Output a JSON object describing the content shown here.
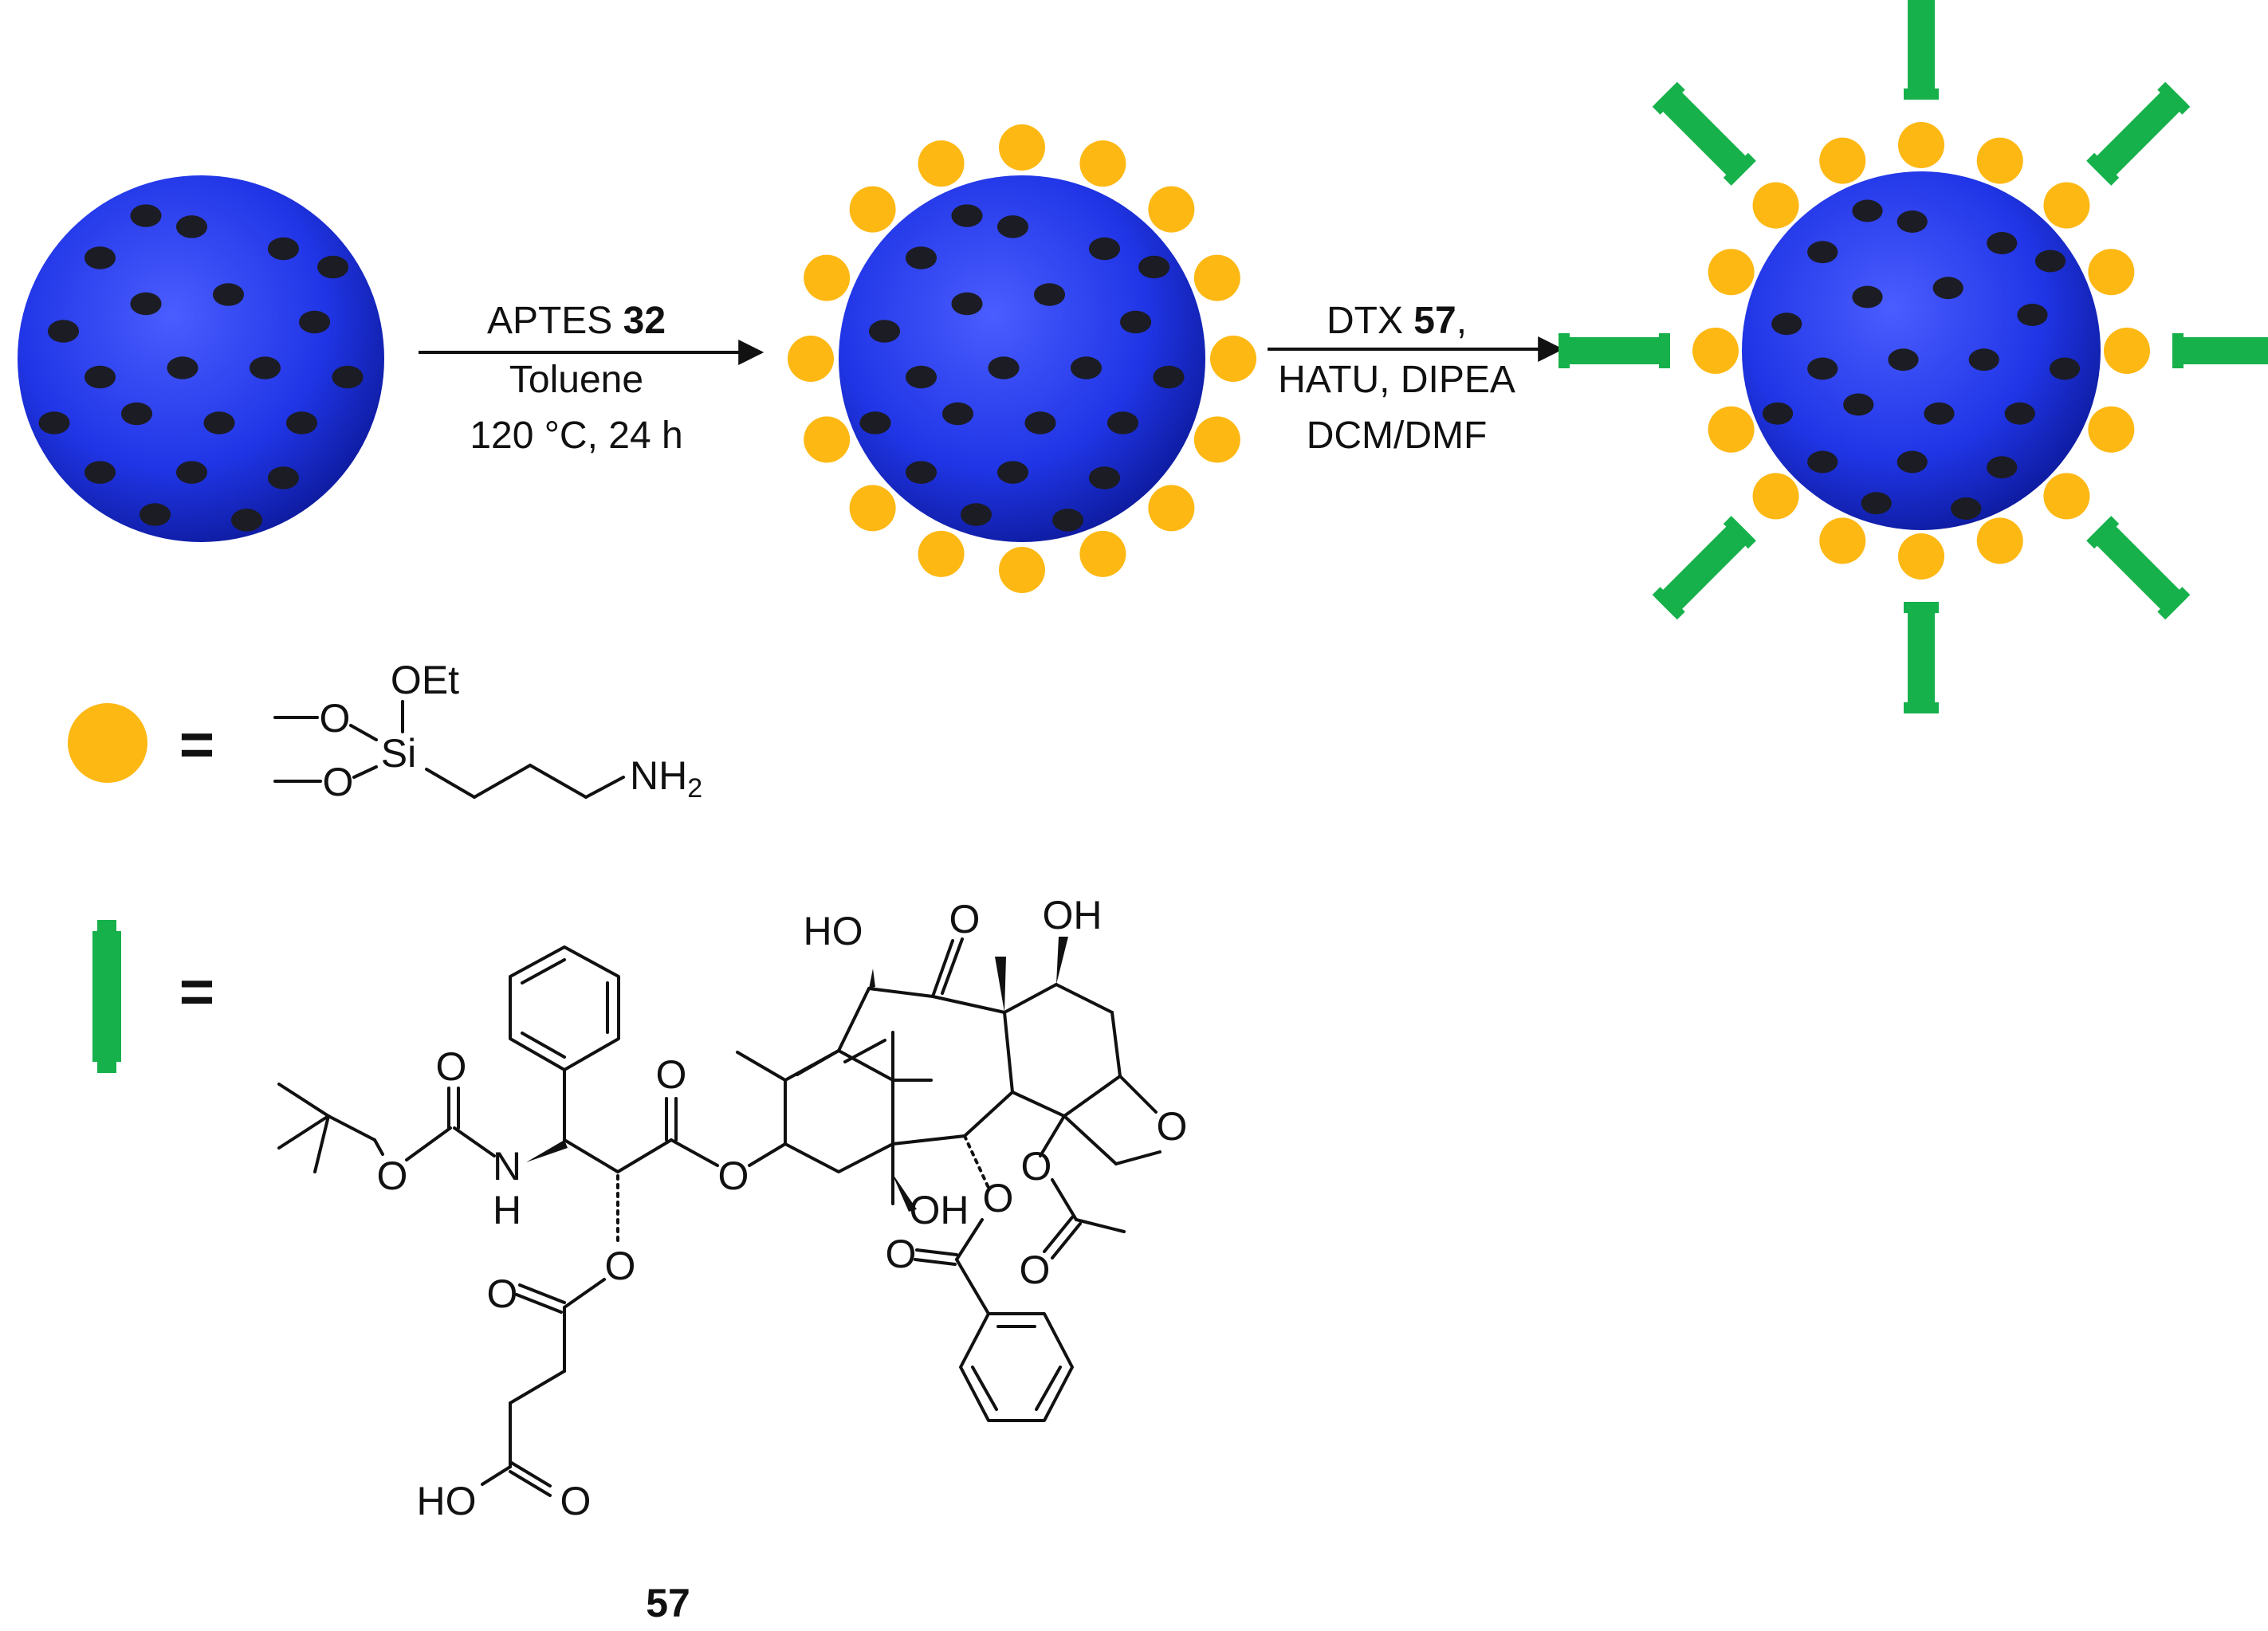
{
  "colors": {
    "particle": "#2d3ff0",
    "particle_dark": "#0a1690",
    "pore": "#1c1c24",
    "aptes_dot": "#fdb813",
    "drug_rod": "#17b14b",
    "ink": "#111111"
  },
  "step1": {
    "reagent_name": "APTES ",
    "reagent_number": "32",
    "solvent": "Toluene",
    "conditions": "120 °C, 24 h"
  },
  "step2": {
    "reagent_name": "DTX ",
    "reagent_number": "57",
    "reagent_suffix": ",",
    "coupling": "HATU, DIPEA",
    "solvent": "DCM/DMF"
  },
  "legend": {
    "equals_1": "=",
    "equals_2": "="
  },
  "aptes_structure": {
    "oet": "OEt",
    "o_top": "O",
    "o_bottom": "O",
    "si": "Si",
    "nh": "NH",
    "sub_2": "2"
  },
  "dtx_structure": {
    "compound_number": "57",
    "ho_top": "HO",
    "o_ketone": "O",
    "oh_top": "OH",
    "o_carbamate_dbl": "O",
    "o_carbamate": "O",
    "n": "N",
    "h": "H",
    "o_ester_dbl": "O",
    "o_ester": "O",
    "o_oxetane": "O",
    "oh_mid": "OH",
    "o_benzoate": "O",
    "o_acetate": "O",
    "o_acetate_dbl": "O",
    "o_benzoate_dbl": "O",
    "o_succinate": "O",
    "o_succ_dbl": "O",
    "ho_acid": "HO",
    "o_acid_dbl": "O"
  }
}
